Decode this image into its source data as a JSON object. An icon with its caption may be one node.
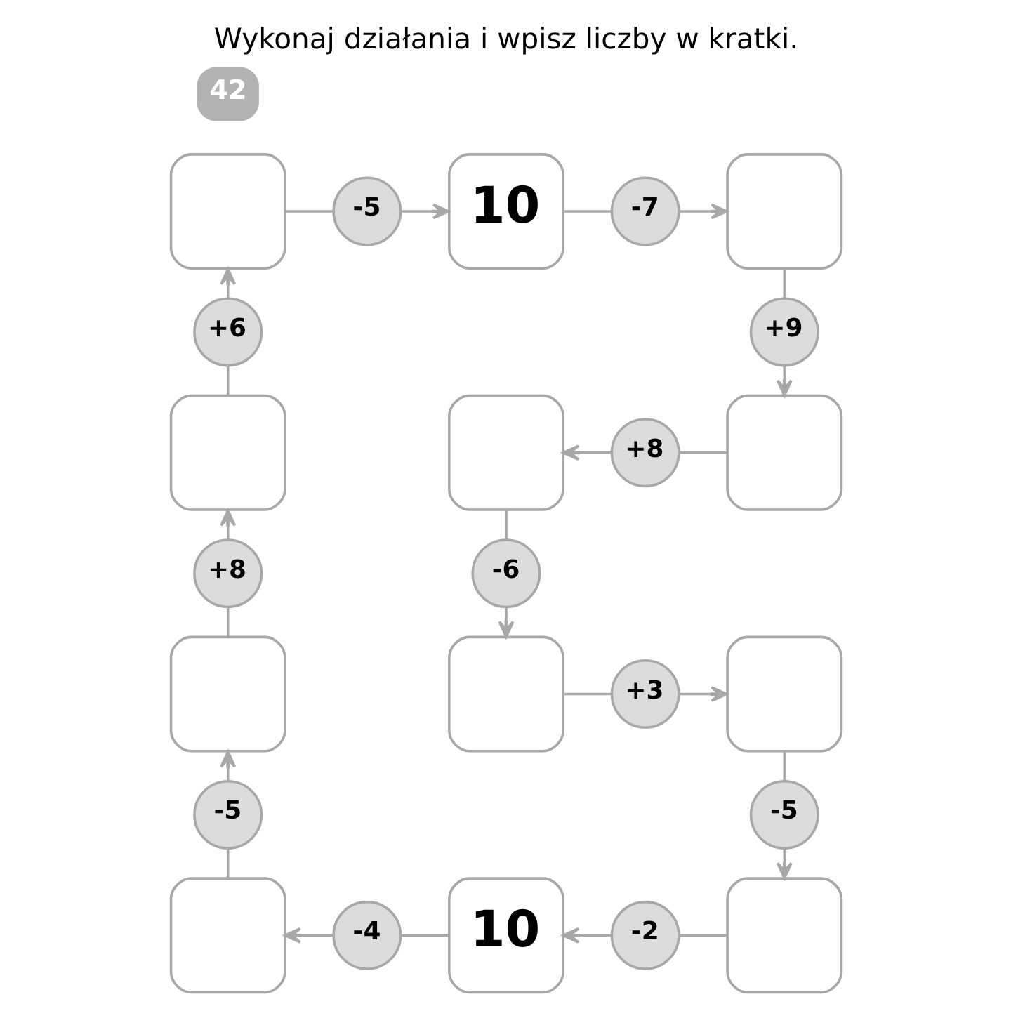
{
  "diagram": {
    "title": "Wykonaj działania i wpisz liczby w kratki.",
    "nodes": [
      {
        "text": [],
        "shape": "box"
      },
      {
        "text": [
          "-5"
        ]
      },
      {
        "text": [
          "10"
        ]
      },
      {
        "text": [
          "-7"
        ]
      },
      {
        "text": [],
        "shape": "box"
      },
      {
        "text": [
          "+6"
        ]
      },
      {
        "text": [
          "+9"
        ]
      },
      {
        "text": [],
        "shape": "box"
      },
      {
        "text": [],
        "shape": "box"
      },
      {
        "text": [
          "+8"
        ]
      },
      {
        "text": [],
        "shape": "box"
      },
      {
        "text": [
          "+8"
        ]
      },
      {
        "text": [
          "-6"
        ]
      },
      {
        "text": [],
        "shape": "box"
      },
      {
        "text": [],
        "shape": "box"
      },
      {
        "text": [
          "+3"
        ]
      },
      {
        "text": [],
        "shape": "box"
      },
      {
        "text": [
          "-5"
        ]
      },
      {
        "text": [
          "-5"
        ]
      },
      {
        "text": [],
        "shape": "box"
      },
      {
        "text": [
          "-4"
        ]
      },
      {
        "text": [
          "10"
        ]
      },
      {
        "text": [
          "-2"
        ]
      },
      {
        "text": [],
        "shape": "box"
      }
    ],
    "edges": [
      {
        "from": 0,
        "to": 1,
        "arrow": "none"
      },
      {
        "from": 1,
        "to": 2,
        "arrow": "to"
      },
      {
        "from": 2,
        "to": 3,
        "arrow": "none"
      },
      {
        "from": 3,
        "to": 4,
        "arrow": "to"
      },
      {
        "from": 4,
        "to": 6,
        "arrow": "none"
      },
      {
        "from": 6,
        "to": 10,
        "arrow": "to"
      },
      {
        "from": 10,
        "to": 9,
        "arrow": "none"
      },
      {
        "from": 9,
        "to": 8,
        "arrow": "to"
      },
      {
        "from": 8,
        "to": 12,
        "arrow": "none"
      },
      {
        "from": 12,
        "to": 14,
        "arrow": "to"
      },
      {
        "from": 14,
        "to": 15,
        "arrow": "none"
      },
      {
        "from": 15,
        "to": 16,
        "arrow": "to"
      },
      {
        "from": 16,
        "to": 18,
        "arrow": "none"
      },
      {
        "from": 18,
        "to": 23,
        "arrow": "to"
      },
      {
        "from": 23,
        "to": 22,
        "arrow": "none"
      },
      {
        "from": 22,
        "to": 21,
        "arrow": "to"
      },
      {
        "from": 21,
        "to": 20,
        "arrow": "none"
      },
      {
        "from": 20,
        "to": 19,
        "arrow": "to"
      },
      {
        "from": 19,
        "to": 17,
        "arrow": "none"
      },
      {
        "from": 17,
        "to": 13,
        "arrow": "to"
      },
      {
        "from": 13,
        "to": 11,
        "arrow": "none"
      },
      {
        "from": 11,
        "to": 7,
        "arrow": "to"
      },
      {
        "from": 7,
        "to": 5,
        "arrow": "none"
      },
      {
        "from": 5,
        "to": 0,
        "arrow": "to"
      }
    ],
    "labels": [
      "42"
    ]
  }
}
